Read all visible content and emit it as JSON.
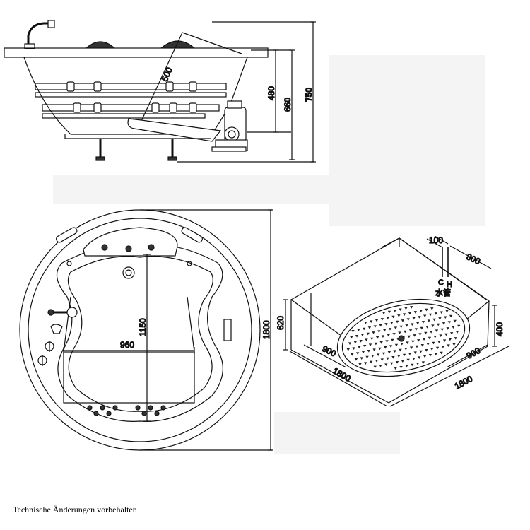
{
  "side_view": {
    "dims": {
      "height_480": "480",
      "height_660": "660",
      "height_750": "750",
      "slope_500": "500"
    }
  },
  "top_view": {
    "dims": {
      "width_960": "960",
      "length_1150": "1150",
      "diameter_1800": "1800"
    }
  },
  "install_view": {
    "dims": {
      "d100": "100",
      "d800": "800",
      "d620": "620",
      "d400": "400",
      "d900_left": "900",
      "d900_right": "900",
      "d1800_left": "1800",
      "d1800_right": "1800"
    },
    "pipe_labels": {
      "cold": "C",
      "hot": "H",
      "water_pipe": "水管"
    }
  },
  "footer": {
    "note": "Technische Änderungen vorbehalten"
  },
  "colors": {
    "line": "#111111",
    "panel": "#f4f4f4",
    "background": "#ffffff"
  }
}
